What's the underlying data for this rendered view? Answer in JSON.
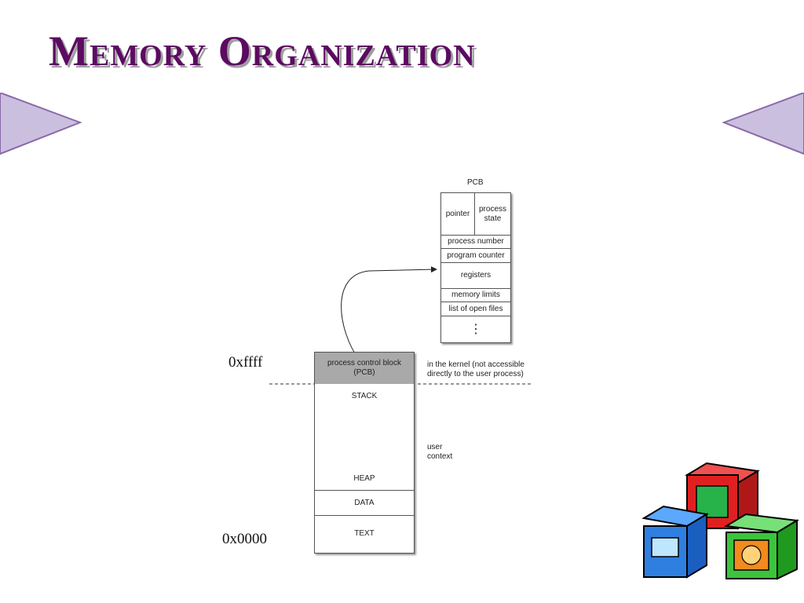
{
  "slide": {
    "title": "Memory Organization",
    "colors": {
      "title": "#5c0a62",
      "title_shadow": "#9f9f9f",
      "arrow_fill": "#cbbfe0",
      "arrow_stroke": "#8a6aa8"
    }
  },
  "addresses": {
    "high": "0xffff",
    "low": "0x0000"
  },
  "memory_layout": {
    "segments": [
      "process control block (PCB)",
      "STACK",
      "HEAP",
      "DATA",
      "TEXT"
    ],
    "pcb_line1": "process control block",
    "pcb_line2": "(PCB)",
    "stack": "STACK",
    "heap": "HEAP",
    "data": "DATA",
    "text": "TEXT"
  },
  "annotations": {
    "kernel_line1": "in the kernel (not accessible",
    "kernel_line2": "directly to the user process)",
    "user_line1": "user",
    "user_line2": "context"
  },
  "pcb": {
    "title": "PCB",
    "pointer": "pointer",
    "process_state_line1": "process",
    "process_state_line2": "state",
    "fields": [
      "process number",
      "program counter",
      "registers",
      "memory limits",
      "list of open files"
    ],
    "ellipsis": "⋮"
  },
  "clipart": {
    "icon": "computer-blocks-icon",
    "colors": [
      "#e02020",
      "#2f7fe0",
      "#3cc43c",
      "#f28a1e"
    ]
  }
}
